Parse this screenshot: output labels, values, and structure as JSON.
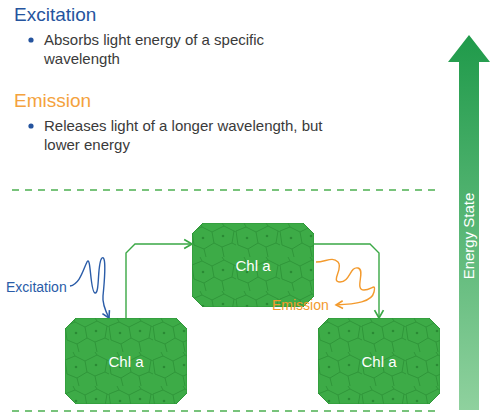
{
  "diagram": {
    "nodes": [
      {
        "text": [
          "Chl a"
        ]
      },
      {
        "text": [
          "Chl a"
        ]
      },
      {
        "text": [
          "Chl a"
        ]
      }
    ],
    "edges": [
      {
        "from": 0,
        "to": 1,
        "arrow": "to"
      },
      {
        "from": 1,
        "to": 2,
        "arrow": "to"
      }
    ],
    "labels": [
      "Excitation",
      "Absorbs light energy of a specific wavelength",
      "Emission",
      "Releases light of a longer wavelength, but lower energy",
      "Excitation",
      "Emission",
      "Energy State"
    ]
  }
}
